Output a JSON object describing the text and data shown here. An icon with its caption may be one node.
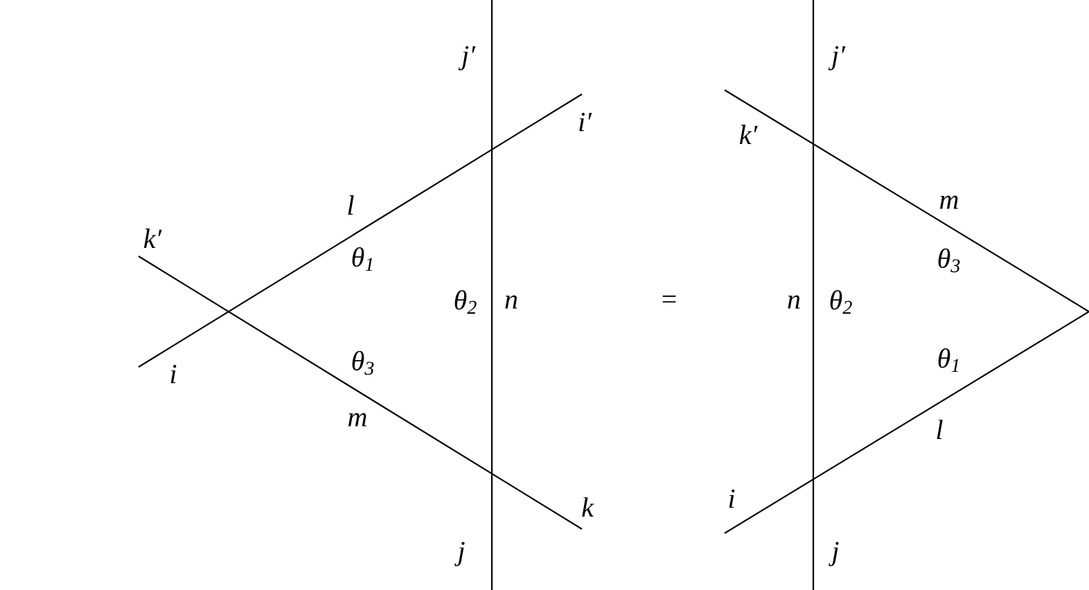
{
  "diagram": {
    "nodes": [
      {
        "text": [
          "i"
        ]
      },
      {
        "text": [
          "i′"
        ]
      },
      {
        "text": [
          "k′"
        ]
      },
      {
        "text": [
          "k"
        ]
      },
      {
        "text": [
          "j"
        ]
      },
      {
        "text": [
          "j′"
        ]
      },
      {
        "text": [
          "k′"
        ]
      },
      {
        "text": [
          "j′"
        ]
      },
      {
        "text": [
          "i"
        ]
      },
      {
        "text": [
          "j"
        ]
      }
    ],
    "edges": [
      {
        "from": 0,
        "to": 1,
        "arrow": "none"
      },
      {
        "from": 2,
        "to": 3,
        "arrow": "none"
      },
      {
        "from": 4,
        "to": 5,
        "arrow": "none"
      },
      {
        "from": 9,
        "to": 7,
        "arrow": "none"
      },
      {
        "from": 6,
        "to": null,
        "arrow": "none"
      },
      {
        "from": 8,
        "to": null,
        "arrow": "none"
      }
    ],
    "labels": [
      "l",
      "θ$_{1}$",
      "θ$_{2}$",
      "n",
      "θ$_{3}$",
      "m",
      "=",
      "m",
      "θ$_{3}$",
      "n",
      "θ$_{2}$",
      "θ$_{1}$",
      "l"
    ]
  }
}
